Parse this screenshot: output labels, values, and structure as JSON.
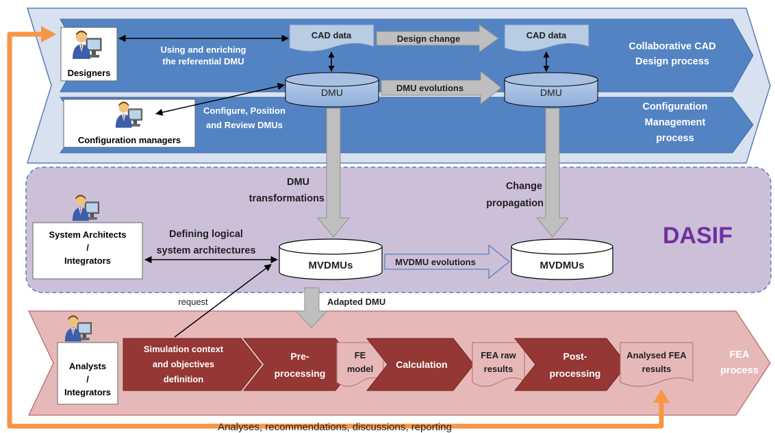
{
  "design": {
    "actor_label": "Designers",
    "link_label_l1": "Using and enriching",
    "link_label_l2": "the referential DMU",
    "cad_data_1": "CAD data",
    "cad_data_2": "CAD data",
    "design_change": "Design change",
    "process_l1": "Collaborative CAD",
    "process_l2": "Design process"
  },
  "config": {
    "actor_label": "Configuration managers",
    "link_label_l1": "Configure, Position",
    "link_label_l2": "and Review DMUs",
    "dmu_1": "DMU",
    "dmu_2": "DMU",
    "dmu_evolutions": "DMU evolutions",
    "process_l1": "Configuration",
    "process_l2": "Management",
    "process_l3": "process"
  },
  "dasif": {
    "title": "DASIF",
    "dmu_transformations_l1": "DMU",
    "dmu_transformations_l2": "transformations",
    "change_propagation_l1": "Change",
    "change_propagation_l2": "propagation",
    "actor_l1": "System Architects",
    "actor_l2": "/",
    "actor_l3": "Integrators",
    "link_label_l1": "Defining logical",
    "link_label_l2": "system architectures",
    "mvdmu_1": "MVDMUs",
    "mvdmu_2": "MVDMUs",
    "mvdmu_evolutions": "MVDMU evolutions"
  },
  "fea": {
    "request": "request",
    "adapted_dmu": "Adapted DMU",
    "actor_l1": "Analysts",
    "actor_l2": "/",
    "actor_l3": "Integrators",
    "step1_l1": "Simulation context",
    "step1_l2": "and  objectives",
    "step1_l3": "definition",
    "step2_l1": "Pre-",
    "step2_l2": "processing",
    "doc1_l1": "FE",
    "doc1_l2": "model",
    "step3": "Calculation",
    "doc2_l1": "FEA raw",
    "doc2_l2": "results",
    "step4_l1": "Post-",
    "step4_l2": "processing",
    "doc3_l1": "Analysed FEA",
    "doc3_l2": "results",
    "process_l1": "FEA",
    "process_l2": "process"
  },
  "feedback_label": "Analyses, recommendations, discussions, reporting",
  "colors": {
    "blue_band": "#5383c2",
    "blue_outer": "#d7e1ef",
    "purple_area": "#ccc0d9",
    "dasif_text": "#7030a0",
    "pink_band": "#e6b9b8",
    "dark_red": "#953735",
    "orange": "#f79646",
    "light_blue": "#95b3d7",
    "gray": "#bfbfbf"
  },
  "icons": [
    "user-at-computer-icon"
  ]
}
